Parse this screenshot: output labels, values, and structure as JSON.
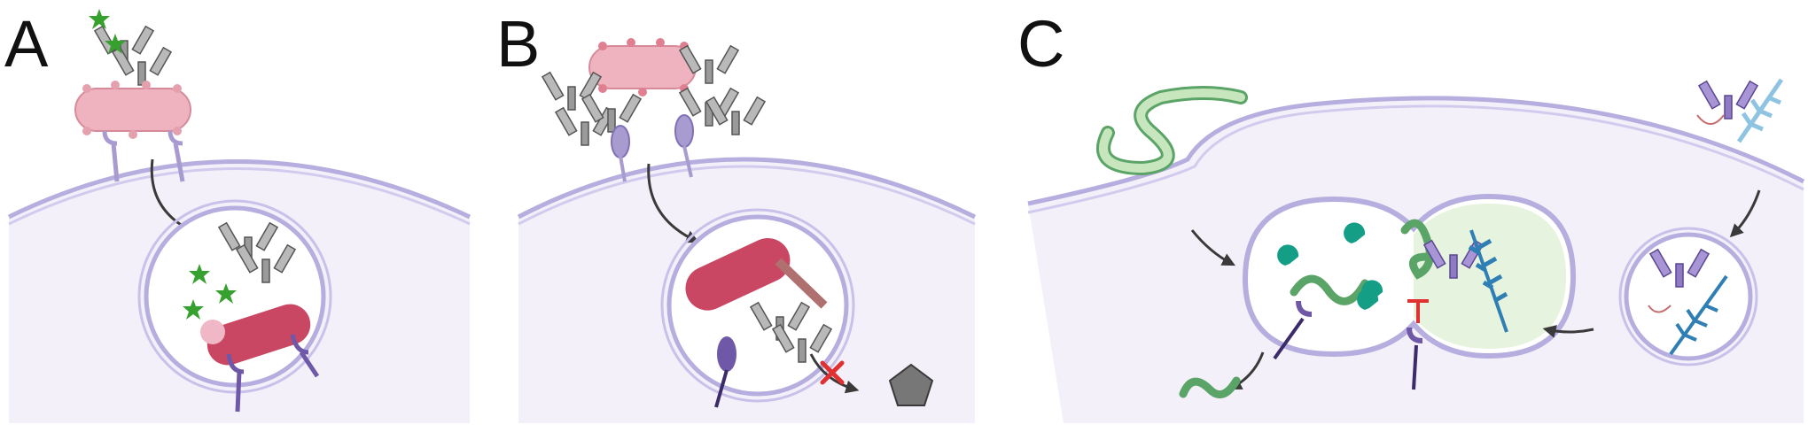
{
  "panels": [
    {
      "label": "A"
    },
    {
      "label": "B"
    },
    {
      "label": "C"
    }
  ],
  "colors": {
    "membrane": "#b7aee0",
    "cytoplasm": "#f3f0f9",
    "bacterium_outside": "#eeb3bf",
    "bacterium_inside": "#c94762",
    "antibody_gray": "#9a9a9a",
    "receptor": "#6f58a8",
    "receptor_light": "#a89bd0",
    "virus": "#9ccf8f",
    "virus_dark": "#5ba468",
    "toxin_green": "#36a12e",
    "blocker_red": "#e03030",
    "antigen_blue": "#2f7fb5",
    "antigen_light": "#8fc3e2",
    "mucin_teal": "#159e86",
    "pentagon": "#777777",
    "arrow": "#3a3a3a"
  },
  "icons": [
    "bacterium-icon",
    "antibody-icon",
    "fc-receptor-icon",
    "virus-icon",
    "toxin-icon",
    "antigen-icon",
    "pentagon-icon",
    "block-x-icon",
    "inhibition-icon"
  ]
}
